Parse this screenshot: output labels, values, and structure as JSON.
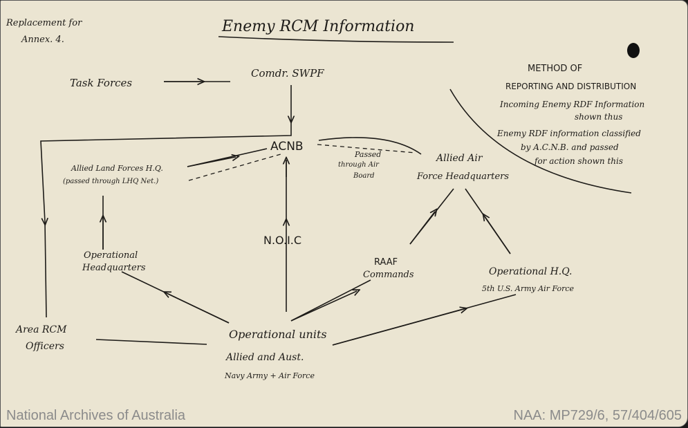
{
  "annotation": [
    "Replacement for",
    "Annex. 4."
  ],
  "title": "Enemy RCM Information",
  "legend": {
    "heading": [
      "METHOD OF",
      "REPORTING AND DISTRIBUTION"
    ],
    "incoming": [
      "Incoming Enemy RDF Information",
      "shown thus"
    ],
    "classified": [
      "Enemy RDF information classified",
      "by A.C.N.B. and passed",
      "for action shown this"
    ]
  },
  "nodes": {
    "task_forces": "Task Forces",
    "comdr": "Comdr. SWPF",
    "acnb": "ACNB",
    "land_forces": [
      "Allied Land Forces H.Q.",
      "(passed through LHQ Net.)"
    ],
    "passed_air": [
      "Passed",
      "through Air",
      "Board"
    ],
    "air_hq": [
      "Allied Air",
      "Force Headquarters"
    ],
    "noic": "N.O.I.C",
    "op_hq": [
      "Operational",
      "Headquarters"
    ],
    "raaf": [
      "RAAF",
      "Commands"
    ],
    "op_hq_us": [
      "Operational H.Q.",
      "5th U.S. Army Air Force"
    ],
    "area_rcm": [
      "Area RCM",
      "Officers"
    ],
    "op_units": [
      "Operational units",
      "Allied and Aust.",
      "Navy Army + Air Force"
    ]
  },
  "watermark": {
    "left": "National Archives of Australia",
    "right": "NAA: MP729/6, 57/404/605"
  }
}
